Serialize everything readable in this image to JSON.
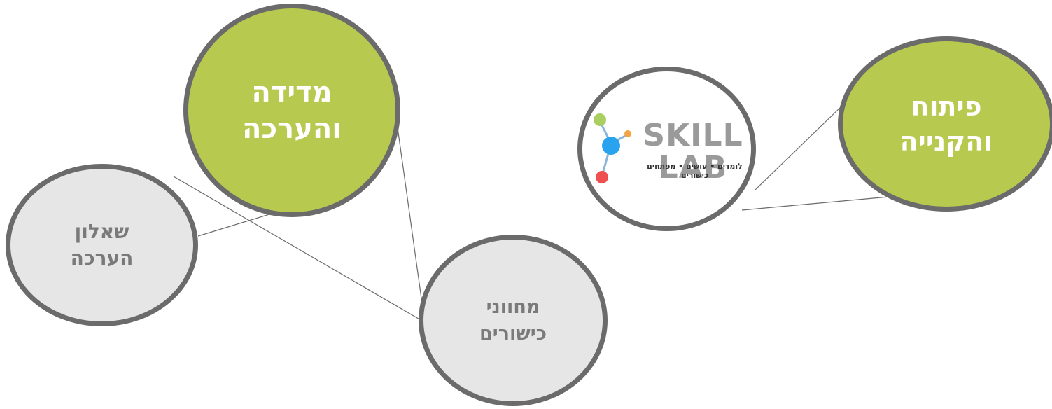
{
  "nodes": {
    "measure": "מדידה\nוהערכה",
    "questionnaire": "שאלון\nהערכה",
    "tests": "מחווני\nכישורים",
    "develop": "פיתוח\nוהקנייה"
  },
  "logo": {
    "title": "SKILL LAB",
    "tagline": "לומדים • עושים • מפתחים כישורים"
  },
  "colors": {
    "green": "#b8c94f",
    "grey": "#e6e6e6",
    "border": "#6b6b6b"
  }
}
